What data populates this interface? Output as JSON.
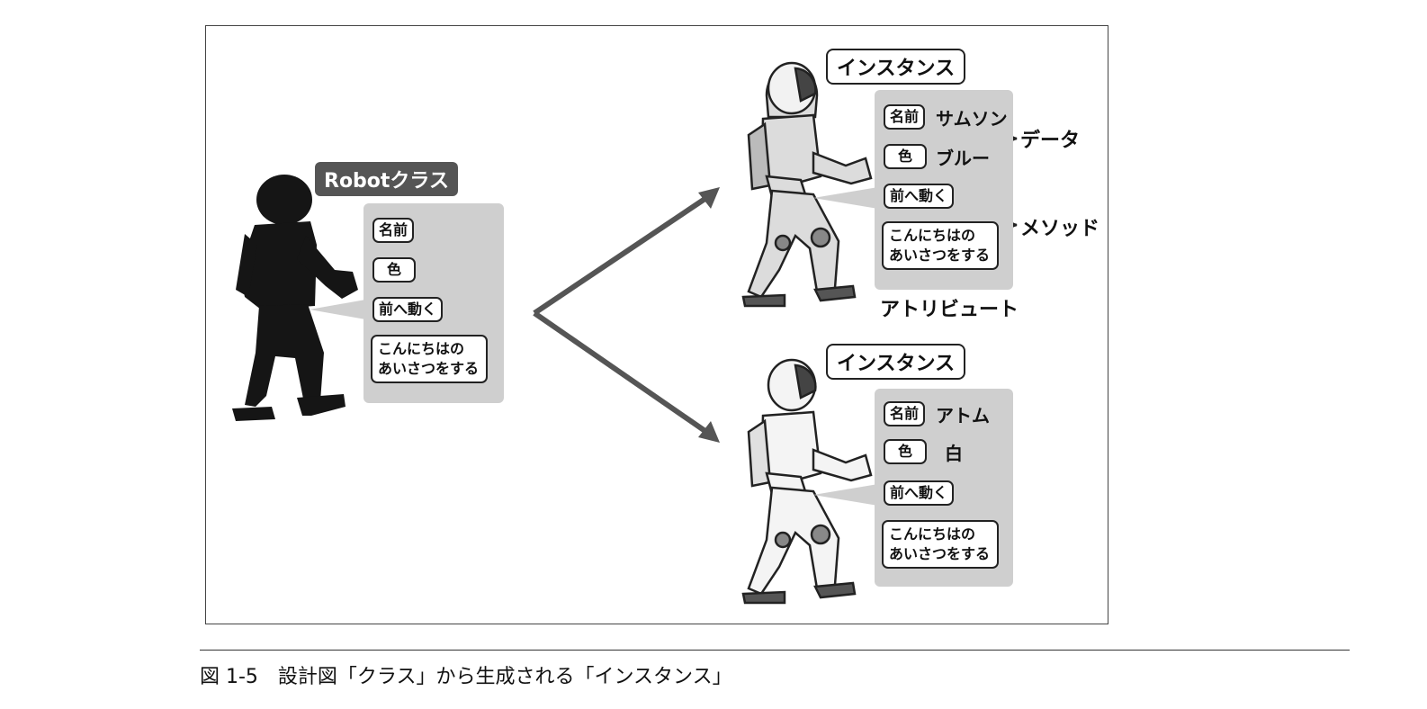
{
  "class_section": {
    "title": "Robotクラス",
    "attributes": [
      "名前",
      "色"
    ],
    "methods": [
      "前へ動く",
      "こんにちはの\nあいさつをする"
    ]
  },
  "instances": [
    {
      "header": "インスタンス",
      "name_label": "名前",
      "name_value": "サムソン",
      "color_label": "色",
      "color_value": "ブルー",
      "method_move": "前へ動く",
      "method_greet": "こんにちはの\nあいさつをする",
      "label_data": "データ",
      "label_methods": "メソッド",
      "label_attributes": "アトリビュート"
    },
    {
      "header": "インスタンス",
      "name_label": "名前",
      "name_value": "アトム",
      "color_label": "色",
      "color_value": "白",
      "method_move": "前へ動く",
      "method_greet": "こんにちはの\nあいさつをする"
    }
  ],
  "caption": "図 1-5　設計図「クラス」から生成される「インスタンス」",
  "colors": {
    "panel": "#cfcfcf",
    "silhouette": "#151515",
    "arrow": "#555555",
    "robot_body": "#d9d9d9"
  }
}
